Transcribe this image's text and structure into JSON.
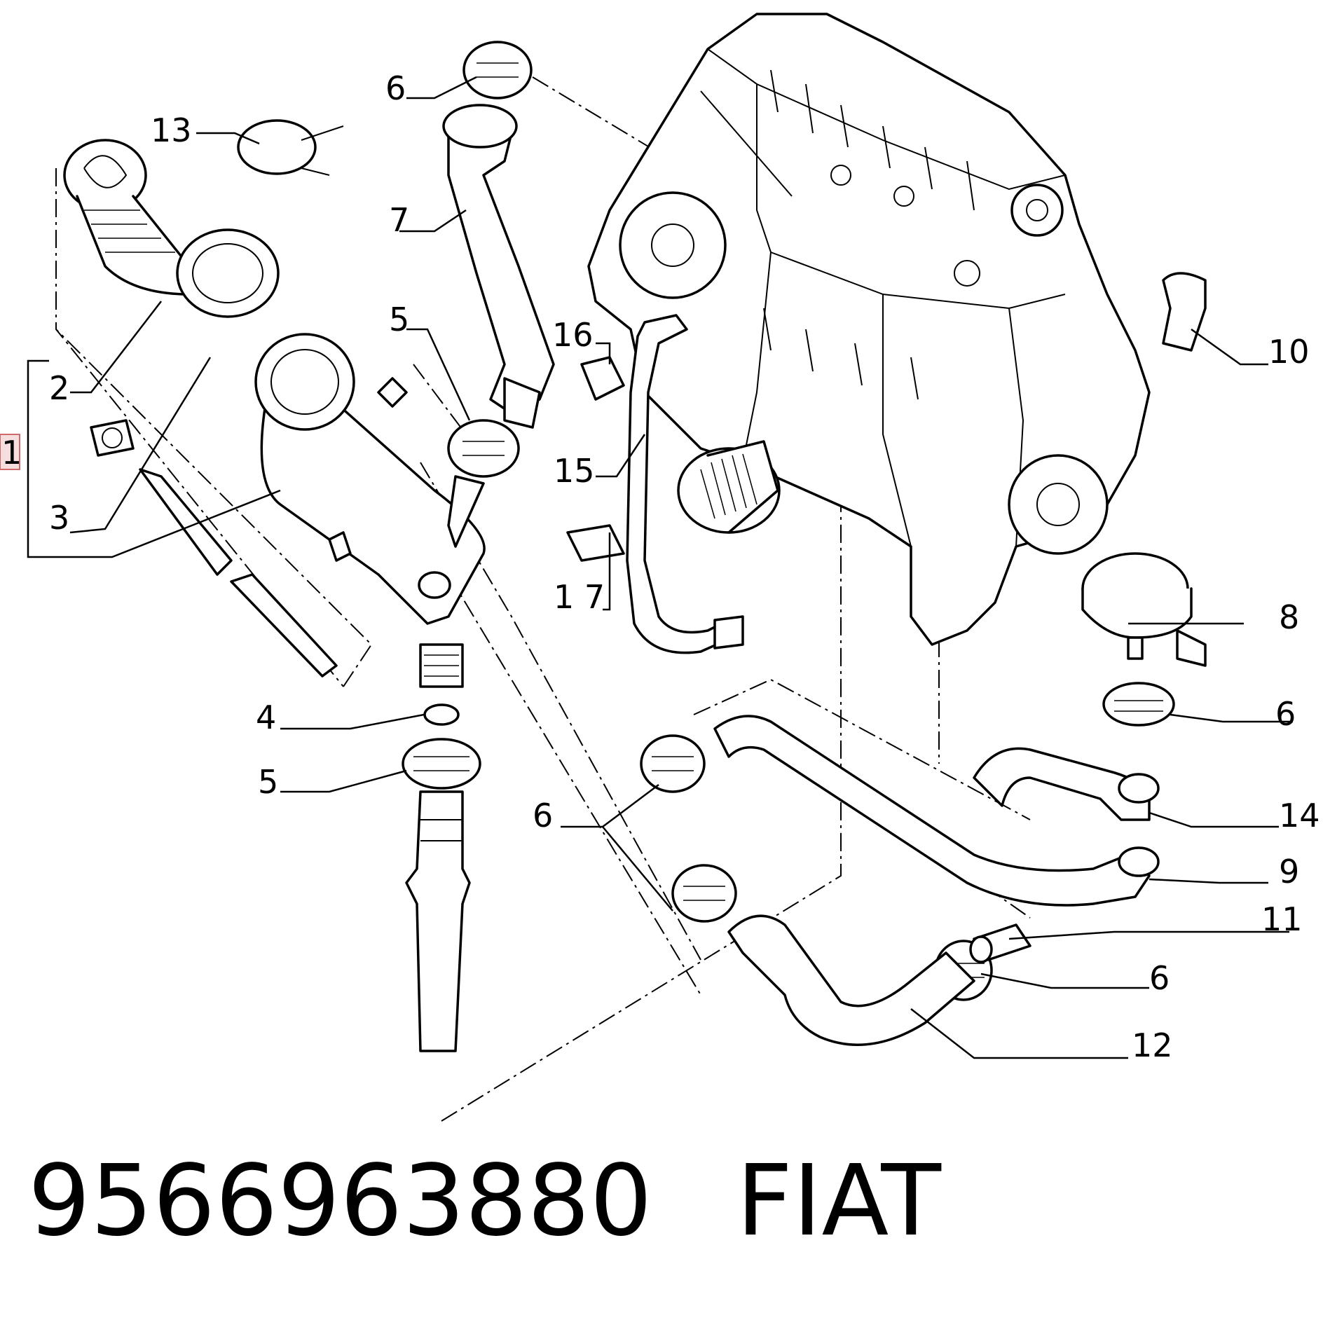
{
  "diagram": {
    "callouts": [
      {
        "id": "c1",
        "text": "1"
      },
      {
        "id": "c2",
        "text": "2"
      },
      {
        "id": "c3",
        "text": "3"
      },
      {
        "id": "c4",
        "text": "4"
      },
      {
        "id": "c5a",
        "text": "5"
      },
      {
        "id": "c5b",
        "text": "5"
      },
      {
        "id": "c6a",
        "text": "6"
      },
      {
        "id": "c6b",
        "text": "6"
      },
      {
        "id": "c6c",
        "text": "6"
      },
      {
        "id": "c6d",
        "text": "6"
      },
      {
        "id": "c7",
        "text": "7"
      },
      {
        "id": "c8",
        "text": "8"
      },
      {
        "id": "c9",
        "text": "9"
      },
      {
        "id": "c10",
        "text": "10"
      },
      {
        "id": "c11",
        "text": "11"
      },
      {
        "id": "c12",
        "text": "12"
      },
      {
        "id": "c13",
        "text": "13"
      },
      {
        "id": "c14",
        "text": "14"
      },
      {
        "id": "c15",
        "text": "15"
      },
      {
        "id": "c16",
        "text": "16"
      },
      {
        "id": "c17",
        "text": "1 7"
      }
    ]
  },
  "footer": {
    "part_number": "9566963880",
    "brand": "FIAT"
  }
}
